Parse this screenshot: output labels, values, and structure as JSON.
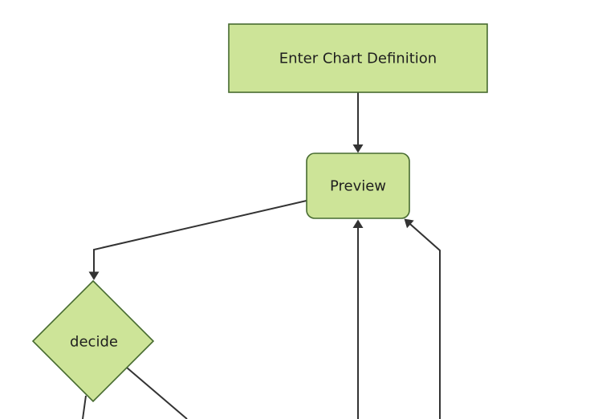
{
  "diagram": {
    "type": "flowchart-top-down",
    "background": "#ffffff",
    "theme": {
      "node_fill": "#cde498",
      "node_border": "#476b30",
      "edge_color": "#333333",
      "arrowhead_color": "#333333",
      "text_color": "#1f1f1f"
    },
    "nodes": [
      {
        "id": "enter-chart-definition",
        "label": "Enter Chart Definition",
        "shape": "rectangle"
      },
      {
        "id": "preview",
        "label": "Preview",
        "shape": "rounded-rectangle"
      },
      {
        "id": "decide",
        "label": "decide",
        "shape": "diamond"
      }
    ],
    "edges": [
      {
        "from": "enter-chart-definition",
        "to": "preview",
        "arrow": true
      },
      {
        "from": "preview",
        "to": "decide",
        "arrow": true
      },
      {
        "from": "offscreen-bottom",
        "to": "preview",
        "arrow": true
      },
      {
        "from": "offscreen-bottom-right",
        "to": "preview",
        "arrow": true
      },
      {
        "from": "decide",
        "to": "offscreen-bottom-left",
        "arrow": false
      },
      {
        "from": "decide",
        "to": "offscreen-bottom-right",
        "arrow": false
      }
    ]
  }
}
